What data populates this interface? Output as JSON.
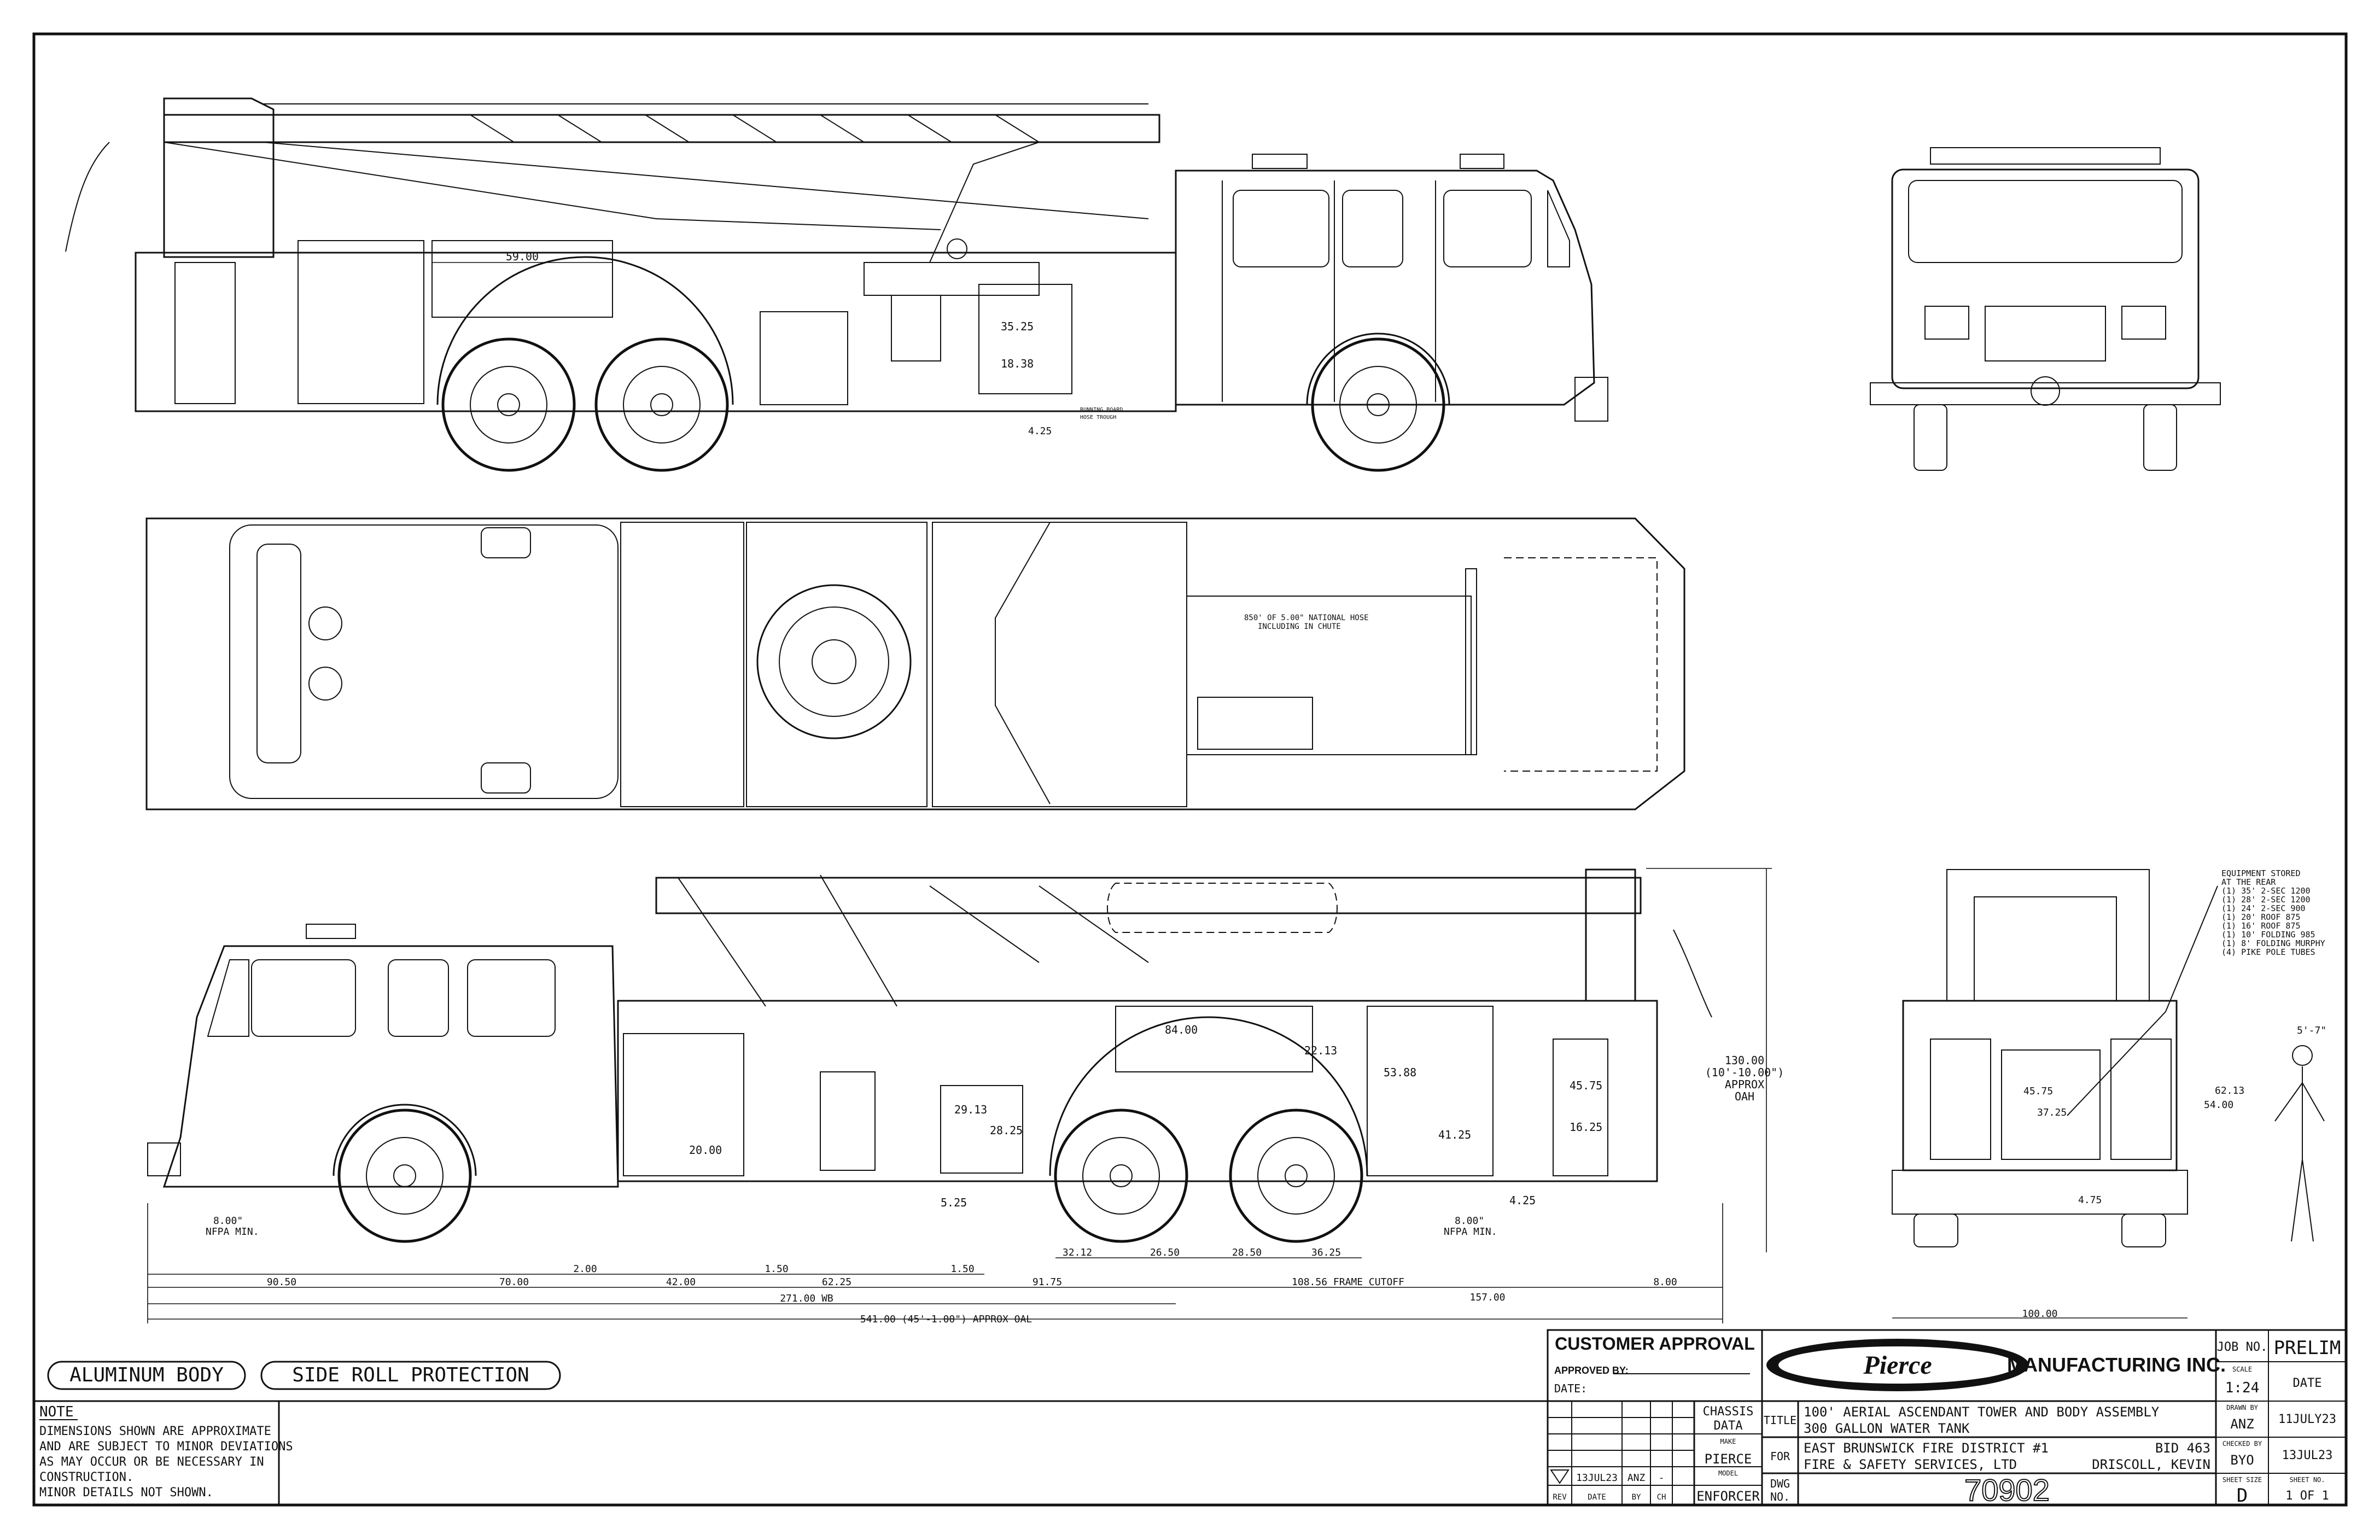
{
  "notes": {
    "badges": [
      "ALUMINUM BODY",
      "SIDE ROLL PROTECTION"
    ],
    "note_title": "NOTE",
    "note_lines": [
      "DIMENSIONS SHOWN ARE APPROXIMATE",
      "AND ARE SUBJECT TO MINOR DEVIATIONS",
      "AS MAY OCCUR OR BE NECESSARY IN",
      "CONSTRUCTION.",
      "MINOR DETAILS NOT SHOWN."
    ]
  },
  "approval": {
    "title": "CUSTOMER APPROVAL",
    "approved_by": "APPROVED BY:",
    "date": "DATE:"
  },
  "revision": {
    "rev": "REV",
    "date": "DATE",
    "by": "BY",
    "ch": "CH",
    "row_date": "13JUL23",
    "row_by": "ANZ",
    "row_ch": "-"
  },
  "title_block": {
    "company": "MANUFACTURING INC.",
    "logo_text": "Pierce",
    "job_no_label": "JOB NO.",
    "job_no": "PRELIM",
    "scale_label": "SCALE",
    "scale": "1:24",
    "date_label": "DATE",
    "drawn_by_label": "DRAWN BY",
    "drawn_by": "ANZ",
    "drawn_date": "11JULY23",
    "checked_by_label": "CHECKED BY",
    "checked_by": "BYO",
    "checked_date": "13JUL23",
    "sheet_size_label": "SHEET SIZE",
    "sheet_size": "D",
    "sheet_no_label": "SHEET NO.",
    "sheet_no": "1 OF 1",
    "chassis_label_1": "CHASSIS",
    "chassis_label_2": "DATA",
    "make_label": "MAKE",
    "make": "PIERCE",
    "model_label": "MODEL",
    "model": "ENFORCER",
    "title_label": "TITLE",
    "title_1": "100' AERIAL ASCENDANT TOWER AND BODY ASSEMBLY",
    "title_2": "300 GALLON WATER TANK",
    "for_label": "FOR",
    "for_1": "EAST BRUNSWICK FIRE DISTRICT #1",
    "for_2": "FIRE & SAFETY SERVICES, LTD",
    "bid": "BID 463",
    "salesperson": "DRISCOLL, KEVIN",
    "dwg_label_1": "DWG",
    "dwg_label_2": "NO.",
    "dwg_no": "70902"
  },
  "top_view_dims": {
    "d1": "59.00",
    "d2": "35.25",
    "d3": "18.38",
    "d4": "4.25",
    "label_running_board": "RUNNING BOARD",
    "label_hose_trough": "HOSE TROUGH"
  },
  "plan_view": {
    "hose_line_1": "850' OF 5.00\" NATIONAL HOSE",
    "hose_line_2": "INCLUDING IN CHUTE"
  },
  "side_view_dims": {
    "d84": "84.00",
    "d2213": "22.13",
    "d5388": "53.88",
    "d4125": "41.25",
    "d2913": "29.13",
    "d2825": "28.25",
    "d2000": "20.00",
    "d525": "5.25",
    "d4575": "45.75",
    "d1625": "16.25",
    "d425": "4.25",
    "nfpa_left_1": "8.00\"",
    "nfpa_left_2": "NFPA MIN.",
    "nfpa_right_1": "8.00\"",
    "nfpa_right_2": "NFPA MIN.",
    "height_1": "130.00",
    "height_2": "(10'-10.00\")",
    "height_3": "APPROX",
    "height_4": "OAH",
    "row1": [
      "2.00",
      "1.50",
      "1.50"
    ],
    "row2": [
      "32.12",
      "26.50",
      "28.50",
      "36.25"
    ],
    "row3": [
      "90.50",
      "70.00",
      "42.00",
      "62.25",
      "91.75",
      "108.56 FRAME CUTOFF",
      "157.00",
      "8.00"
    ],
    "wb": "271.00 WB",
    "oal": "541.00 (45'-1.00\") APPROX OAL"
  },
  "rear_view": {
    "eq_lines": [
      "EQUIPMENT STORED",
      "AT THE REAR",
      "(1) 35' 2-SEC 1200",
      "(1) 28' 2-SEC 1200",
      "(1) 24' 2-SEC 900",
      "(1) 20' ROOF 875",
      "(1) 16' ROOF 875",
      "(1) 10' FOLDING 985",
      "(1) 8' FOLDING MURPHY",
      "(4) PIKE POLE TUBES"
    ],
    "d5_7": "5'-7\"",
    "d6213": "62.13",
    "d5400": "54.00",
    "d4575": "45.75",
    "d3725": "37.25",
    "d475": "4.75",
    "d100": "100.00"
  }
}
